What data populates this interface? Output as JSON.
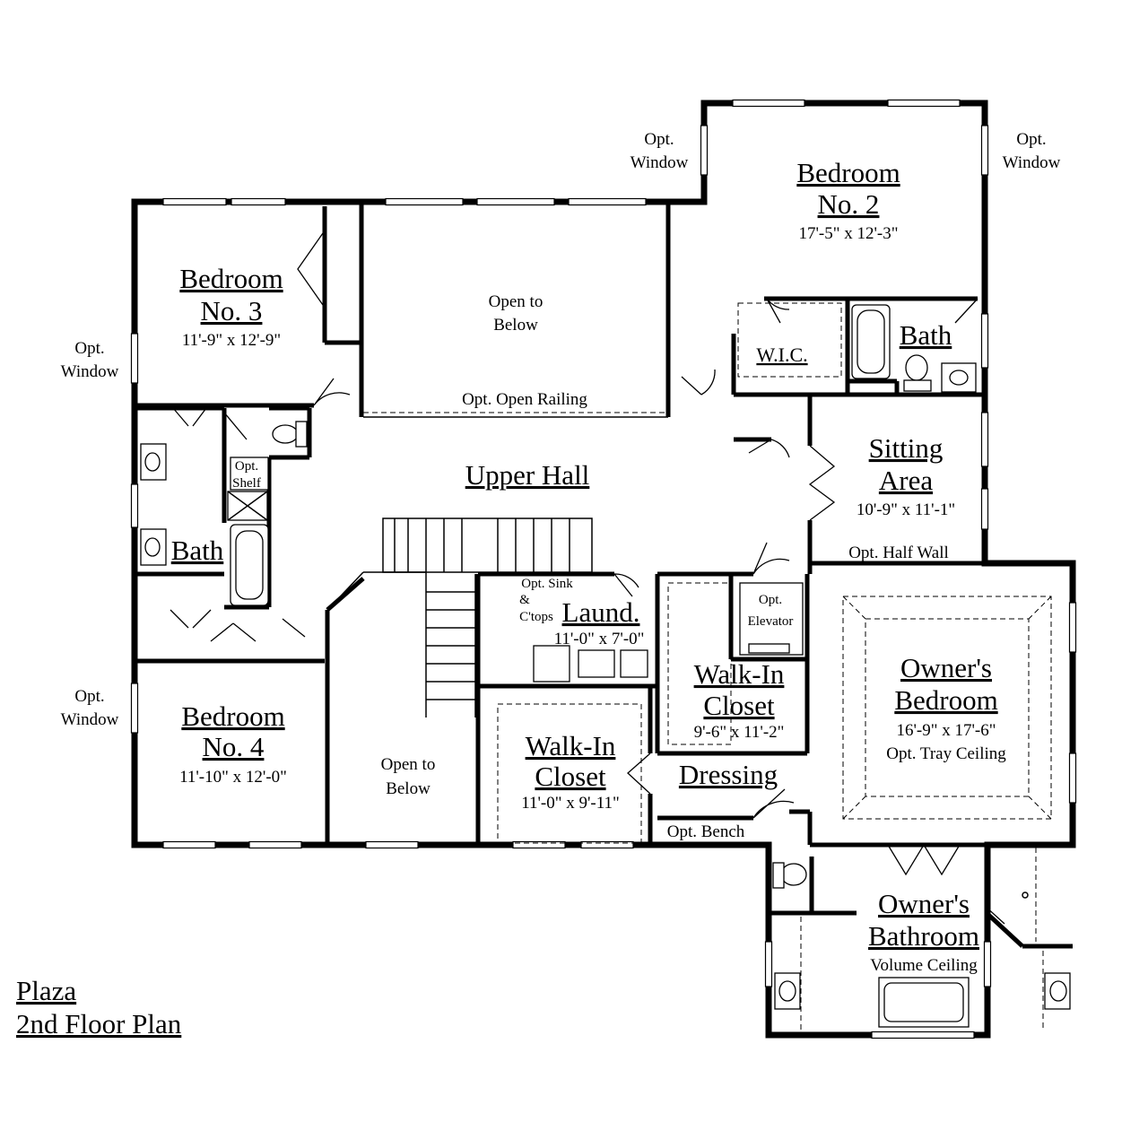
{
  "plan": {
    "title_line1": "Plaza",
    "title_line2": "2nd Floor Plan"
  },
  "rooms": {
    "bedroom2": {
      "name1": "Bedroom",
      "name2": "No. 2",
      "size": "17'-5\" x 12'-3\""
    },
    "bedroom3": {
      "name1": "Bedroom",
      "name2": "No. 3",
      "size": "11'-9\" x 12'-9\""
    },
    "bedroom4": {
      "name1": "Bedroom",
      "name2": "No. 4",
      "size": "11'-10\" x 12'-0\""
    },
    "open_below_top": {
      "line1": "Open to",
      "line2": "Below"
    },
    "open_below_bottom": {
      "line1": "Open to",
      "line2": "Below"
    },
    "open_railing": "Opt. Open Railing",
    "upper_hall": "Upper Hall",
    "wic": "W.I.C.",
    "bath_upper": "Bath",
    "bath_left": "Bath",
    "opt_shelf": {
      "line1": "Opt.",
      "line2": "Shelf"
    },
    "sitting": {
      "name1": "Sitting",
      "name2": "Area",
      "size": "10'-9\" x 11'-1\""
    },
    "half_wall": "Opt. Half Wall",
    "laundry": {
      "name": "Laund.",
      "size": "11'-0\" x 7'-0\"",
      "sink1": "Opt. Sink",
      "sink2": "&",
      "sink3": "C'tops"
    },
    "elevator": {
      "line1": "Opt.",
      "line2": "Elevator"
    },
    "walkin_right": {
      "name1": "Walk-In",
      "name2": "Closet",
      "size": "9'-6\" x 11'-2\""
    },
    "walkin_left": {
      "name1": "Walk-In",
      "name2": "Closet",
      "size": "11'-0\" x 9'-11\""
    },
    "dressing": "Dressing",
    "bench": "Opt. Bench",
    "owners_bedroom": {
      "name1": "Owner's",
      "name2": "Bedroom",
      "size": "16'-9\" x 17'-6\"",
      "note": "Opt. Tray Ceiling"
    },
    "owners_bath": {
      "name1": "Owner's",
      "name2": "Bathroom",
      "note": "Volume Ceiling"
    }
  },
  "windows": {
    "top_left": {
      "line1": "Opt.",
      "line2": "Window"
    },
    "top_right": {
      "line1": "Opt.",
      "line2": "Window"
    },
    "left_upper": {
      "line1": "Opt.",
      "line2": "Window"
    },
    "left_lower": {
      "line1": "Opt.",
      "line2": "Window"
    }
  }
}
